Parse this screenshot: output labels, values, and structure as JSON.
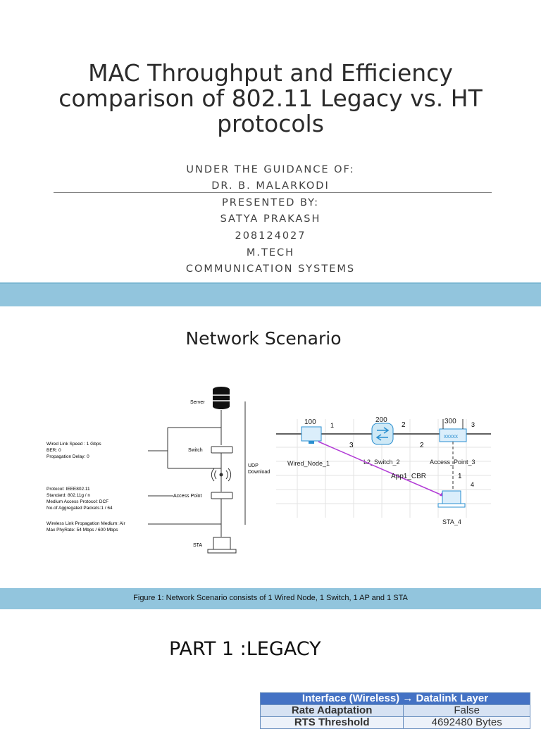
{
  "slide1": {
    "title": "MAC Throughput and Efficiency comparison of 802.11 Legacy vs. HT protocols",
    "guidance_label": "UNDER THE GUIDANCE OF:",
    "guide_name": "DR. B. MALARKODI",
    "presented_label": "PRESENTED BY:",
    "presenter_name": "SATYA PRAKASH",
    "roll_number": "208124027",
    "degree": "M.TECH",
    "department": "COMMUNICATION SYSTEMS"
  },
  "slide2": {
    "title": "Network Scenario",
    "diagram_left": {
      "server": "Server",
      "switch": "Switch",
      "access_point": "Access Point",
      "sta": "STA",
      "udp_line1": "UDP",
      "udp_line2": "Download",
      "wired_info": [
        "Wired Link Speed : 1 Gbps",
        "BER: 0",
        "Propagation Delay: 0"
      ],
      "protocol_info": [
        "Protocol: IEEE802.11",
        "Standard: 802.11g / n",
        "Medium Access Protocol: DCF",
        "No.of Aggregated Packets:1 / 64"
      ],
      "wireless_info": [
        "Wireless Link Propagation Medium: Air",
        "Max PhyRate: 54 Mbps / 600 Mbps"
      ]
    },
    "diagram_right": {
      "node_wired": "Wired_Node_1",
      "node_switch": "L2_Switch_2",
      "node_ap": "Access_Point_3",
      "node_sta": "STA_4",
      "id_wired": "100",
      "id_switch": "200",
      "id_ap": "300",
      "app_label": "App1_CBR",
      "port_labels": [
        "1",
        "3",
        "2",
        "2",
        "3",
        "1",
        "4"
      ]
    },
    "caption": "Figure 1: Network Scenario consists of 1 Wired Node, 1 Switch, 1 AP and 1 STA"
  },
  "slide3": {
    "title": "PART 1 :LEGACY",
    "table_header": "Interface (Wireless) → Datalink Layer",
    "rows": [
      {
        "param": "Rate Adaptation",
        "value": "False"
      },
      {
        "param": "RTS Threshold",
        "value": "4692480 Bytes"
      }
    ]
  },
  "colors": {
    "band": "#92c5dd",
    "table_header": "#4472c4",
    "link_purple": "#b23cd6"
  }
}
